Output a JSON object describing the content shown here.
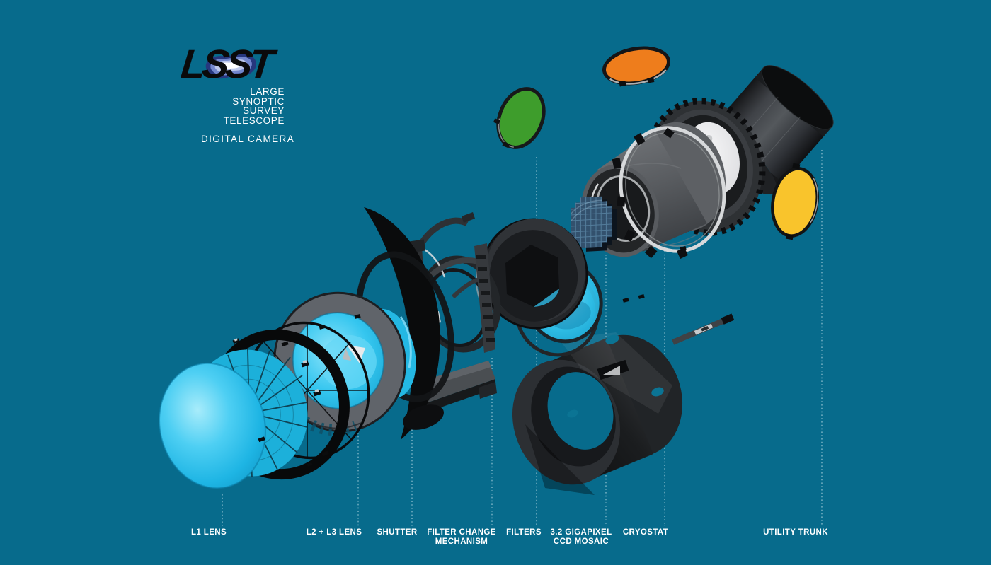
{
  "title": "LSST Digital Camera exploded-view diagram",
  "colors": {
    "background": "#076b8c",
    "lens_cyan": "#35c6ef",
    "filter_green": "#3e9d2c",
    "filter_orange": "#ee7d1c",
    "filter_yellow": "#f9c42c",
    "label_text": "#ffffff",
    "logo_black": "#0a0a0b"
  },
  "logo": {
    "wordmark": "LSST",
    "name_lines": [
      "LARGE",
      "SYNOPTIC",
      "SURVEY",
      "TELESCOPE"
    ],
    "subtitle": "DIGITAL CAMERA"
  },
  "labels": [
    {
      "name": "l1-lens",
      "lines": [
        "L1 LENS"
      ]
    },
    {
      "name": "l2-l3-lens",
      "lines": [
        "L2 + L3 LENS"
      ]
    },
    {
      "name": "shutter",
      "lines": [
        "SHUTTER"
      ]
    },
    {
      "name": "filter-change-mechanism",
      "lines": [
        "FILTER CHANGE",
        "MECHANISM"
      ]
    },
    {
      "name": "filters",
      "lines": [
        "FILTERS"
      ]
    },
    {
      "name": "ccd-mosaic",
      "lines": [
        "3.2 GIGAPIXEL",
        "CCD MOSAIC"
      ]
    },
    {
      "name": "cryostat",
      "lines": [
        "CRYOSTAT"
      ]
    },
    {
      "name": "utility-trunk",
      "lines": [
        "UTILITY TRUNK"
      ]
    }
  ]
}
